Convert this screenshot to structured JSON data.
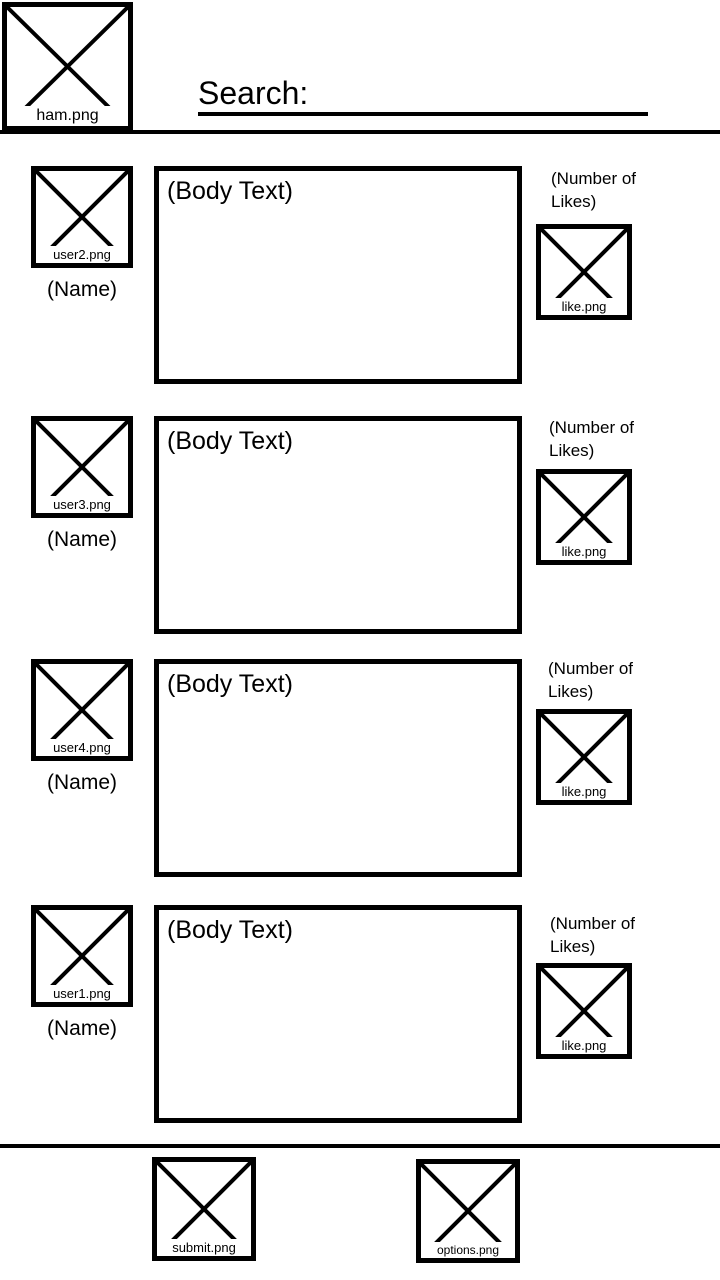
{
  "header": {
    "menu_icon_label": "ham.png",
    "search_label": "Search:"
  },
  "posts": [
    {
      "avatar_label": "user2.png",
      "name": "(Name)",
      "body": "(Body Text)",
      "likes": "(Number of Likes)",
      "like_icon_label": "like.png"
    },
    {
      "avatar_label": "user3.png",
      "name": "(Name)",
      "body": "(Body Text)",
      "likes": "(Number of Likes)",
      "like_icon_label": "like.png"
    },
    {
      "avatar_label": "user4.png",
      "name": "(Name)",
      "body": "(Body Text)",
      "likes": "(Number of Likes)",
      "like_icon_label": "like.png"
    },
    {
      "avatar_label": "user1.png",
      "name": "(Name)",
      "body": "(Body Text)",
      "likes": "(Number of Likes)",
      "like_icon_label": "like.png"
    }
  ],
  "footer": {
    "submit_icon_label": "submit.png",
    "options_icon_label": "options.png"
  }
}
